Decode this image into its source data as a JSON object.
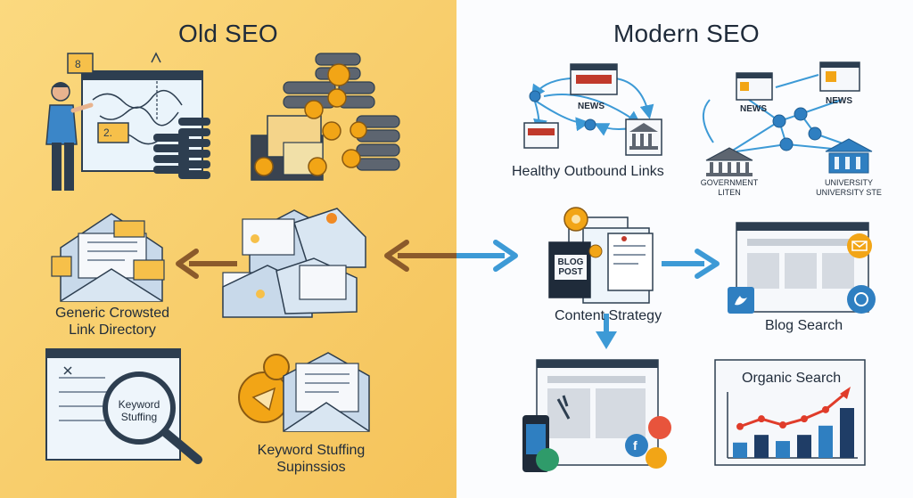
{
  "panels": {
    "left_title": "Old SEO",
    "right_title": "Modern SEO"
  },
  "old_seo": {
    "directory_label": [
      "Generic Crowsted",
      "Link Directory"
    ],
    "magnifier_text": [
      "Keyword",
      "Stuffing"
    ],
    "stuffing_label": [
      "Keyword Stuffing",
      "Supinssios"
    ]
  },
  "modern_seo": {
    "outbound_label": "Healthy Outbound Links",
    "news_1": "NEWS",
    "news_2": "NEWS",
    "news_3": "NEWS",
    "government_label": [
      "GOVERNMENT",
      "LITEN"
    ],
    "university_label": [
      "UNIVERSITY",
      "UNIVERSITY STE"
    ],
    "blog_post_badge": [
      "BLOG",
      "POST"
    ],
    "content_strategy_label": "Content Strategy",
    "blog_search_label": "Blog Search",
    "organic_search_label": "Organic Search",
    "organic_chart_values": [
      2,
      3,
      2.2,
      3,
      4.2,
      6.5
    ]
  },
  "colors": {
    "old_bg": "#f7cd6c",
    "modern_bg": "#fbfcfe",
    "old_arrow": "#8b5a2b",
    "modern_arrow": "#3d9ad6",
    "accent_blue": "#2f7fc1",
    "gold": "#f2a516"
  }
}
